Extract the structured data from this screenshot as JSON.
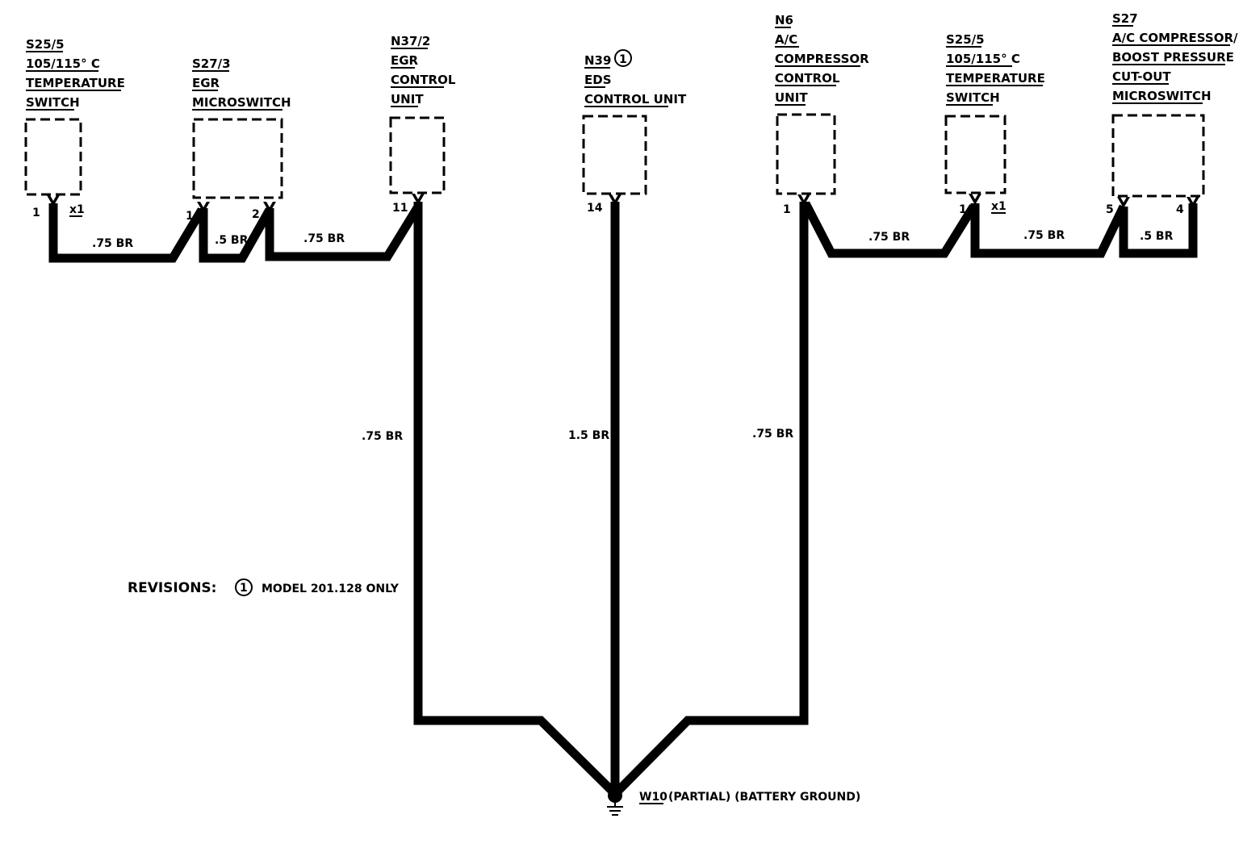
{
  "components": [
    {
      "id": "s25_5_left",
      "lines": [
        "S25/5",
        "105/115° C",
        "TEMPERATURE",
        "SWITCH"
      ]
    },
    {
      "id": "s27_3",
      "lines": [
        "S27/3",
        "EGR",
        "MICROSWITCH"
      ]
    },
    {
      "id": "n37_2",
      "lines": [
        "N37/2",
        "EGR",
        "CONTROL",
        "UNIT"
      ]
    },
    {
      "id": "n39",
      "lines": [
        "N39",
        "EDS",
        "CONTROL UNIT"
      ],
      "note": "1"
    },
    {
      "id": "n6",
      "lines": [
        "N6",
        "A/C",
        "COMPRESSOR",
        "CONTROL",
        "UNIT"
      ]
    },
    {
      "id": "s25_5_right",
      "lines": [
        "S25/5",
        "105/115° C",
        "TEMPERATURE",
        "SWITCH"
      ]
    },
    {
      "id": "s27",
      "lines": [
        "S27",
        "A/C COMPRESSOR/",
        "BOOST PRESSURE",
        "CUT-OUT",
        "MICROSWITCH"
      ]
    }
  ],
  "pins": {
    "s25_5_left_1": "1",
    "s25_5_left_x1": "x1",
    "s27_3_1": "1",
    "s27_3_2": "2",
    "n37_2_11": "11",
    "n39_14": "14",
    "n6_1": "1",
    "s25_5_right_1": "1",
    "s25_5_right_x1": "x1",
    "s27_5": "5",
    "s27_4": "4"
  },
  "wires": {
    "w1": ".75 BR",
    "w2": ".5 BR",
    "w3": ".75 BR",
    "w4": ".75 BR",
    "w5": "1.5 BR",
    "w6": ".75 BR",
    "w7": ".75 BR",
    "w8": ".75 BR",
    "w9": ".5 BR"
  },
  "ground": {
    "id": "W10",
    "text": "(PARTIAL) (BATTERY GROUND)"
  },
  "revisions": {
    "label": "REVISIONS:",
    "note_number": "1",
    "text": "MODEL 201.128 ONLY"
  }
}
